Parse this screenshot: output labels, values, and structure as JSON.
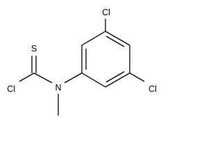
{
  "molecule": {
    "atoms": {
      "chlorine_top": "Cl",
      "chlorine_right": "Cl",
      "chlorine_left": "Cl",
      "sulfur": "S",
      "nitrogen": "N"
    }
  }
}
